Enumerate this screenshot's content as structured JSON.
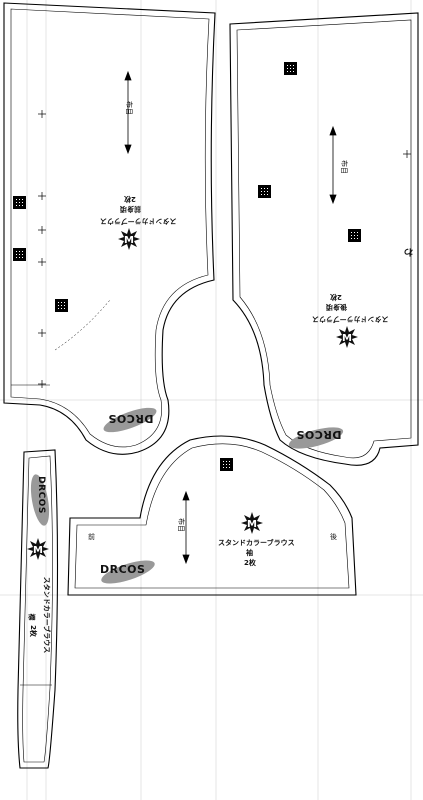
{
  "sheet": {
    "logo_text": "DRCOS",
    "size_mark": "M"
  },
  "pieces": {
    "front_body": {
      "title": "スタンドカラーブラウス",
      "subtitle": "前身頃",
      "count": "2枚",
      "grain": "布目"
    },
    "back_body": {
      "title": "スタンドカラーブラウス",
      "subtitle": "後身頃",
      "count": "2枚",
      "grain": "布目",
      "marker": "わ"
    },
    "sleeve": {
      "title": "スタンドカラーブラウス",
      "subtitle": "袖",
      "count": "2枚",
      "grain": "布目",
      "front_label": "前",
      "back_label": "後"
    },
    "collar": {
      "title": "スタンドカラーブラウス",
      "subtitle": "襟",
      "count": "2枚"
    }
  }
}
